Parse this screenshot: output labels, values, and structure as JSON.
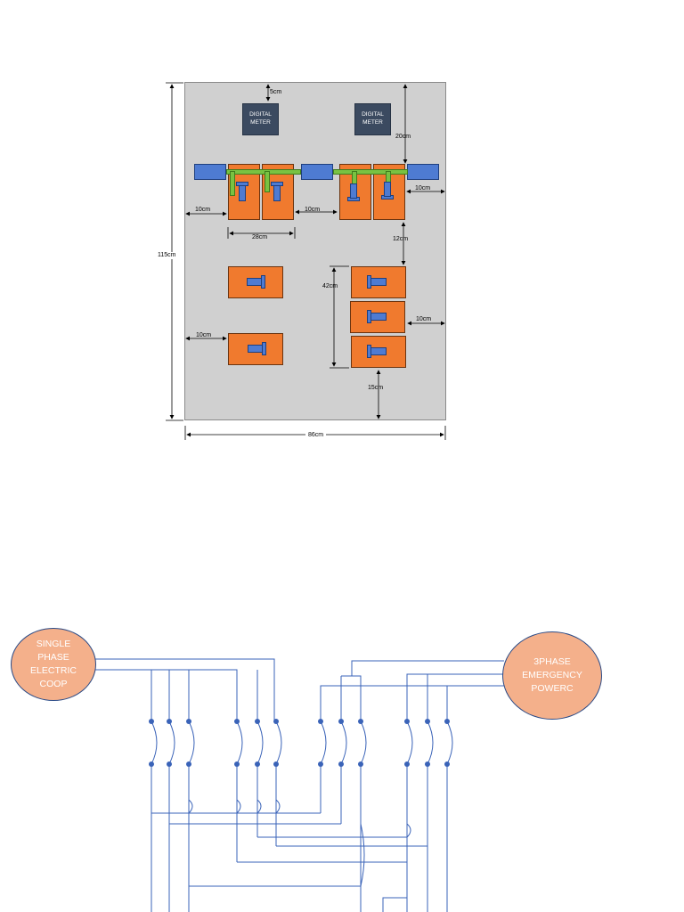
{
  "layout": {
    "meters": [
      "DIGITAL\nMETER",
      "DIGITAL\nMETER"
    ],
    "dimensions": {
      "top": "5cm",
      "meter_gap": "20cm",
      "right_top": "10cm",
      "left_mid": "10cm",
      "between": "10cm",
      "width_pair": "28cm",
      "right_gap": "12cm",
      "height_stack": "42cm",
      "right_mid": "10cm",
      "left_low": "10cm",
      "bottom": "15cm",
      "total_height": "115cm",
      "total_width": "86cm"
    }
  },
  "wiring": {
    "source_single": "SINGLE\nPHASE\nELECTRIC\nCOOP",
    "source_three": "3PHASE\nEMERGENCY\nPOWERC"
  },
  "colors": {
    "panel": "#d0d0d0",
    "breaker": "#f07a2e",
    "busbar": "#4e7bd2",
    "link": "#79c242",
    "meter": "#3b4a60",
    "wire": "#3a63b8",
    "source": "#f4b08b"
  }
}
